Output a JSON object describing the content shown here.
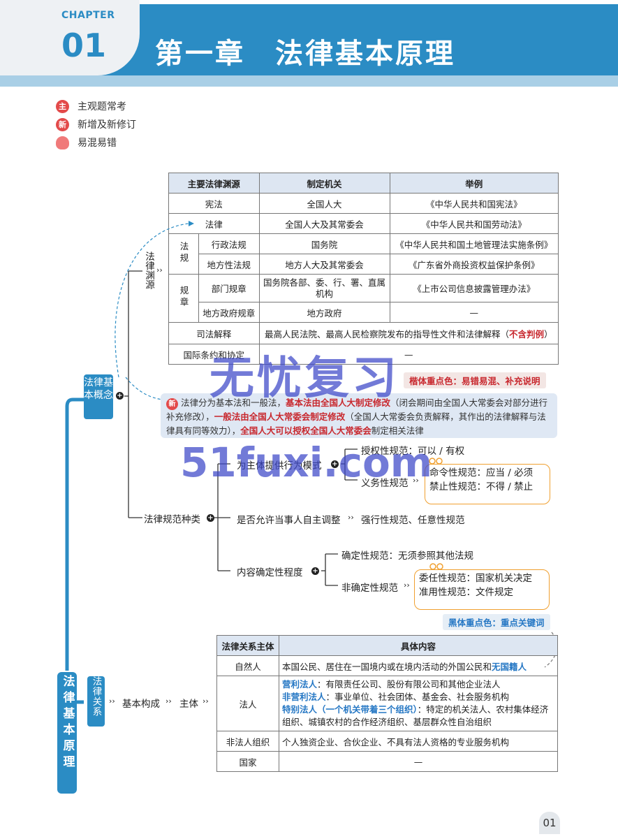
{
  "header": {
    "chapter_label": "CHAPTER",
    "chapter_number": "01",
    "title": "第一章　法律基本原理"
  },
  "legend": [
    {
      "icon": "主",
      "label": "主观题常考"
    },
    {
      "icon": "新",
      "label": "新增及新修订"
    },
    {
      "icon": "bulb-icon",
      "label": "易混易错"
    }
  ],
  "mindmap": {
    "root": "法律基本原理",
    "branch_concept": "法律基本概念",
    "branch_relation": "法律关系",
    "legal_sources_label": "法律渊源",
    "norm_types_label": "法律规范种类",
    "behavior_mode": "为主体提供行为模式",
    "authorize": "授权性规范：可以 / 有权",
    "obligation": "义务性规范",
    "obligation_items": [
      "命令性规范：应当 / 必须",
      "禁止性规范：不得 / 禁止"
    ],
    "self_adjust": "是否允许当事人自主调整",
    "self_adjust_result": "强行性规范、任意性规范",
    "certainty": "内容确定性程度",
    "determinate": "确定性规范：无须参照其他法规",
    "indeterminate": "非确定性规范",
    "indeterminate_items": [
      "委任性规范：国家机关决定",
      "准用性规范：文件规定"
    ],
    "basic_structure": "基本构成",
    "subject": "主体"
  },
  "sources_table": {
    "headers": [
      "主要法律渊源",
      "制定机关",
      "举例"
    ],
    "group_fagui": "法规",
    "group_guizhang": "规章",
    "rows": [
      {
        "source": "宪法",
        "org": "全国人大",
        "example": "《中华人民共和国宪法》"
      },
      {
        "source": "法律",
        "org": "全国人大及其常委会",
        "example": "《中华人民共和国劳动法》"
      },
      {
        "source": "行政法规",
        "org": "国务院",
        "example": "《中华人民共和国土地管理法实施条例》"
      },
      {
        "source": "地方性法规",
        "org": "地方人大及其常委会",
        "example": "《广东省外商投资权益保护条例》"
      },
      {
        "source": "部门规章",
        "org": "国务院各部、委、行、署、直属机构",
        "example": "《上市公司信息披露管理办法》"
      },
      {
        "source": "地方政府规章",
        "org": "地方政府",
        "example": "—"
      },
      {
        "source": "司法解释",
        "org": "最高人民法院、最高人民检察院发布的指导性文件和法律解释（",
        "org_red": "不含判例",
        "org_end": "）"
      },
      {
        "source": "国际条约和协定",
        "org": "—"
      }
    ]
  },
  "tag_red": "楷体重点色：易错易混、补充说明",
  "tag_blue": "黑体重点色：重点关键词",
  "note": {
    "icon": "新",
    "p1": "法律分为基本法和一般法，",
    "r1": "基本法由全国人大制定修改",
    "p2": "（闭会期间由全国人大常委会对部分进行补充修改），",
    "r2": "一般法由全国人大常委会制定修改",
    "p3": "（全国人大常委会负责解释，其作出的法律解释与法律具有同等效力），",
    "r3": "全国人大可以授权全国人大常委会",
    "p4": "制定相关法律"
  },
  "subject_table": {
    "headers": [
      "法律关系主体",
      "具体内容"
    ],
    "natural_person": "自然人",
    "natural_text": "本国公民、居住在一国境内或在境内活动的外国公民和",
    "natural_blue": "无国籍人",
    "legal_person": "法人",
    "lp1_blue": "营利法人",
    "lp1_text": "：有限责任公司、股份有限公司和其他企业法人",
    "lp2_blue": "非营利法人",
    "lp2_text": "：事业单位、社会团体、基金会、社会服务机构",
    "lp3_blue": "特别法人（一个机关带着三个组织）",
    "lp3_text": "：特定的机关法人、农村集体经济组织、城镇农村的合作经济组织、基层群众性自治组织",
    "non_legal": "非法人组织",
    "non_legal_text": "个人独资企业、合伙企业、不具有法人资格的专业服务机构",
    "state": "国家",
    "state_text": "—"
  },
  "watermark": {
    "line1": "无忧复习",
    "line2": "51fuxi.com"
  },
  "page_number": "01"
}
